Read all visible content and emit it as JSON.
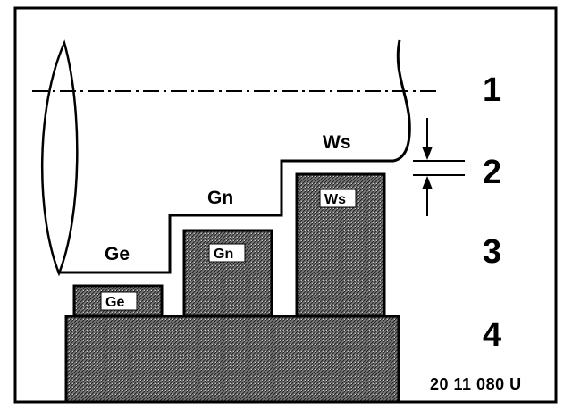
{
  "diagram": {
    "callouts": [
      "1",
      "2",
      "3",
      "4"
    ],
    "labels": {
      "ge_outer": "Ge",
      "gn_outer": "Gn",
      "ws_outer": "Ws",
      "ge_block": "Ge",
      "gn_block": "Gn",
      "ws_block": "Ws"
    },
    "reference": "20 11 080 U"
  }
}
